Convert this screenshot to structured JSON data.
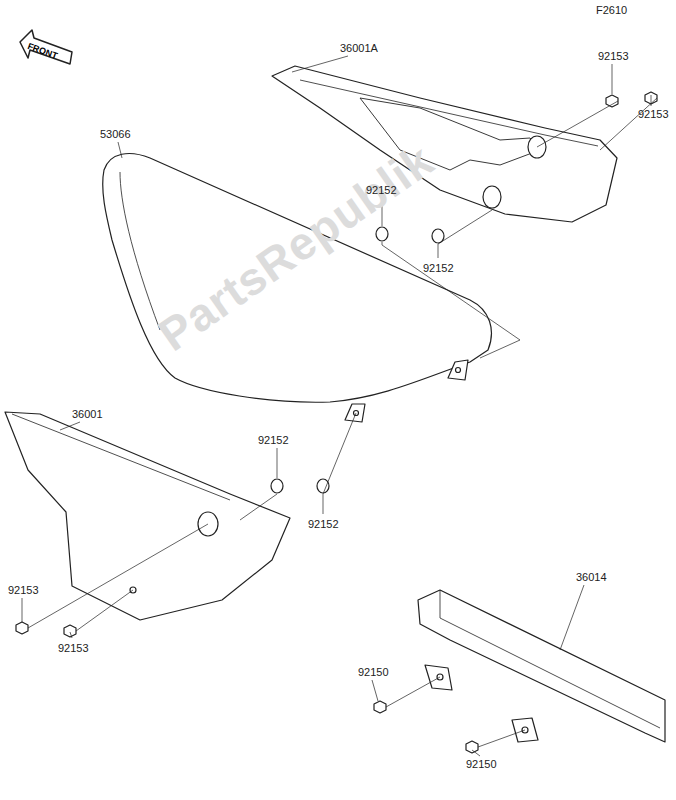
{
  "diagram": {
    "labels": [
      "F2610",
      "FRONT",
      "36001A",
      "92153",
      "92153",
      "53066",
      "92152",
      "92152",
      "PartsRepublik",
      "36001",
      "92152",
      "92152",
      "92153",
      "92153",
      "36014",
      "92150",
      "92150"
    ]
  }
}
